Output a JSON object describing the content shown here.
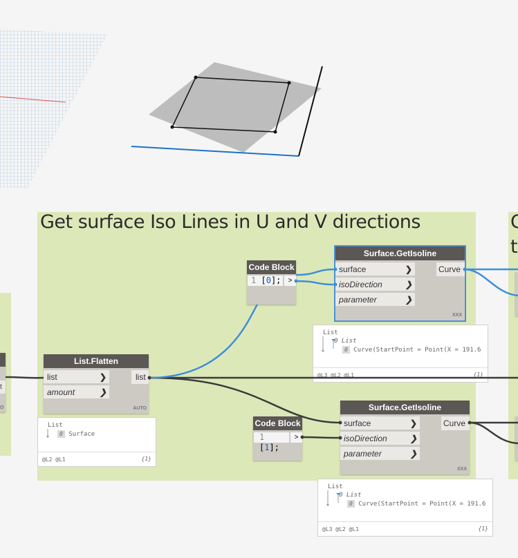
{
  "workspace": {
    "background": "#f5f5f5",
    "group_color": "#dde8b9",
    "wire_color": "#3b3b3b",
    "selected_wire_color": "#3d8fd6"
  },
  "groups": [
    {
      "title": "Get surface Iso Lines in U and V directions"
    },
    {
      "title": "C"
    },
    {
      "title": "t"
    }
  ],
  "nodes": {
    "list_flatten": {
      "title": "List.Flatten",
      "inputs": [
        "list",
        "amount"
      ],
      "outputs": [
        "list"
      ],
      "lacing": "AUTO",
      "preview": {
        "type_label": "List",
        "index": "0",
        "value": "Surface",
        "levels": "@L2 @L1",
        "count": "{1}"
      }
    },
    "code_block_top": {
      "title": "Code Block",
      "line_no": "1",
      "code_open": "[",
      "code_value": "0",
      "code_close": "];",
      "output": ">"
    },
    "code_block_bottom": {
      "title": "Code Block",
      "line_no": "1",
      "code_open": "[",
      "code_value": "1",
      "code_close": "];",
      "output": ">"
    },
    "getisoline_top": {
      "title": "Surface.GetIsoline",
      "inputs": [
        "surface",
        "isoDirection",
        "parameter"
      ],
      "outputs": [
        "Curve"
      ],
      "lacing": "XXX",
      "preview": {
        "type_label": "List",
        "sub_label": "0 List",
        "index": "0",
        "value": "Curve(StartPoint = Point(X = 191.6",
        "levels": "@L3 @L2 @L1",
        "count": "{1}"
      }
    },
    "getisoline_bottom": {
      "title": "Surface.GetIsoline",
      "inputs": [
        "surface",
        "isoDirection",
        "parameter"
      ],
      "outputs": [
        "Curve"
      ],
      "lacing": "XXX",
      "preview": {
        "type_label": "List",
        "sub_label": "0 List",
        "index": "0",
        "value": "Curve(StartPoint = Point(X = 191.6",
        "levels": "@L3 @L2 @L1",
        "count": "{1}"
      }
    },
    "left_partial": {
      "label": "t",
      "lacing": "O"
    }
  }
}
